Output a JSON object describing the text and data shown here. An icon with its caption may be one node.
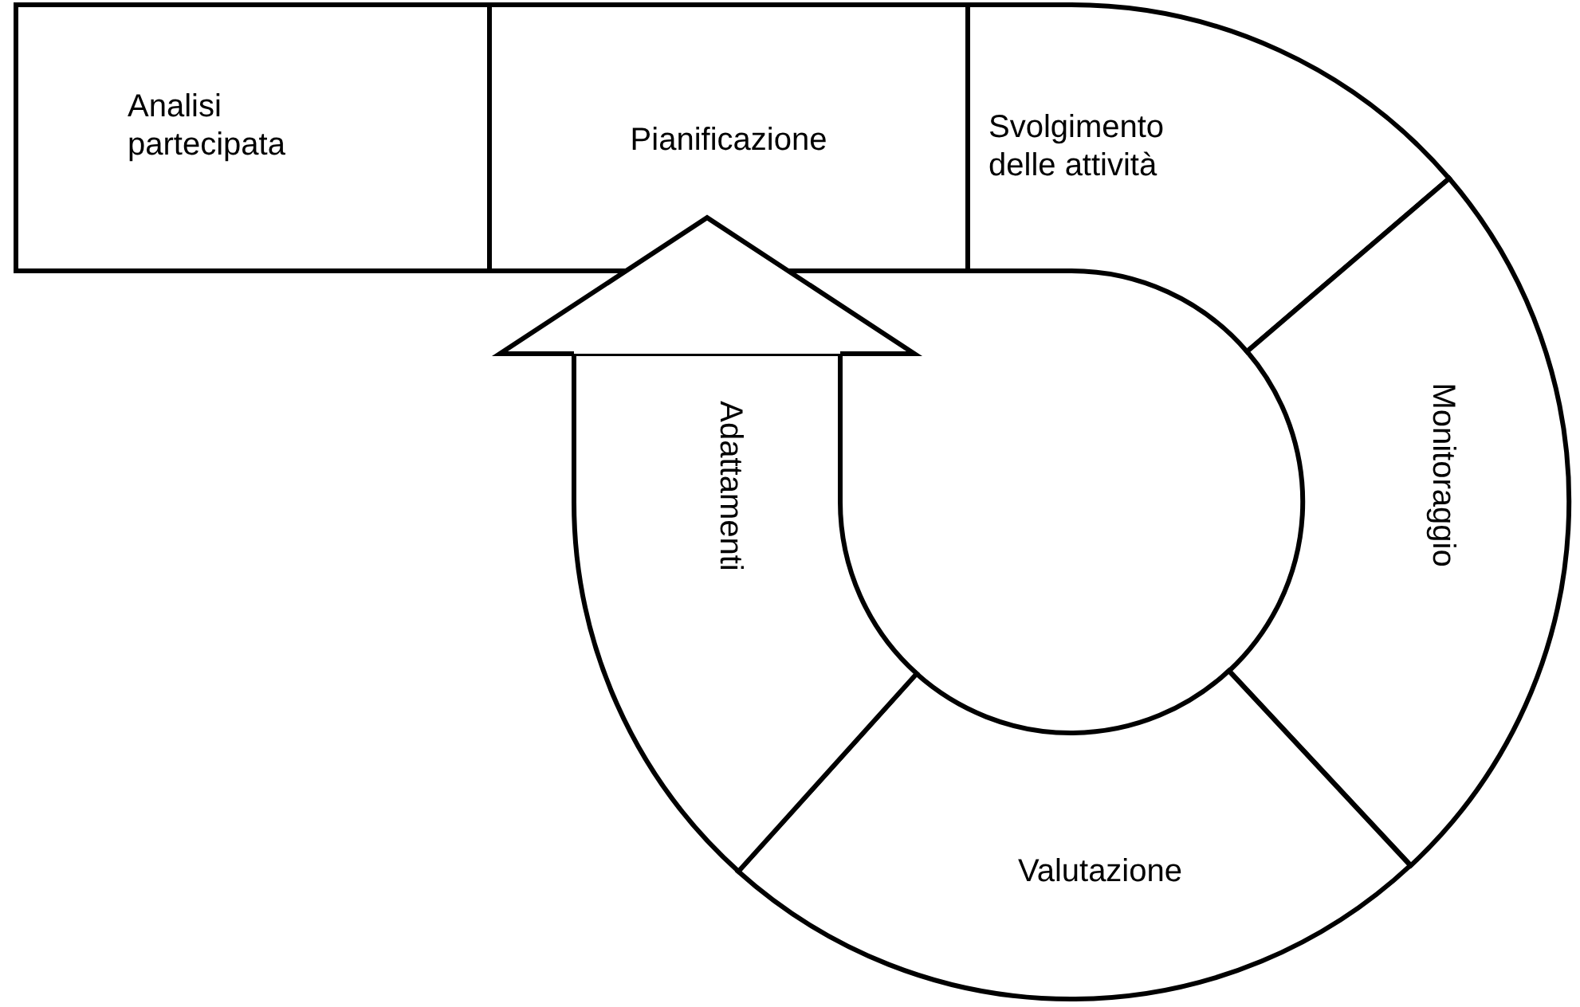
{
  "diagram": {
    "nodes": [
      {
        "text": [
          "Analisi partecipata"
        ]
      },
      {
        "text": [
          "Pianificazione"
        ]
      },
      {
        "text": [
          "Svolgimento delle attività"
        ]
      },
      {
        "text": [
          "Monitoraggio"
        ]
      },
      {
        "text": [
          "Valutazione"
        ]
      },
      {
        "text": [
          "Adattamenti"
        ]
      }
    ],
    "edges": [
      {
        "from": 5,
        "to": 1,
        "arrow": "to"
      }
    ]
  }
}
